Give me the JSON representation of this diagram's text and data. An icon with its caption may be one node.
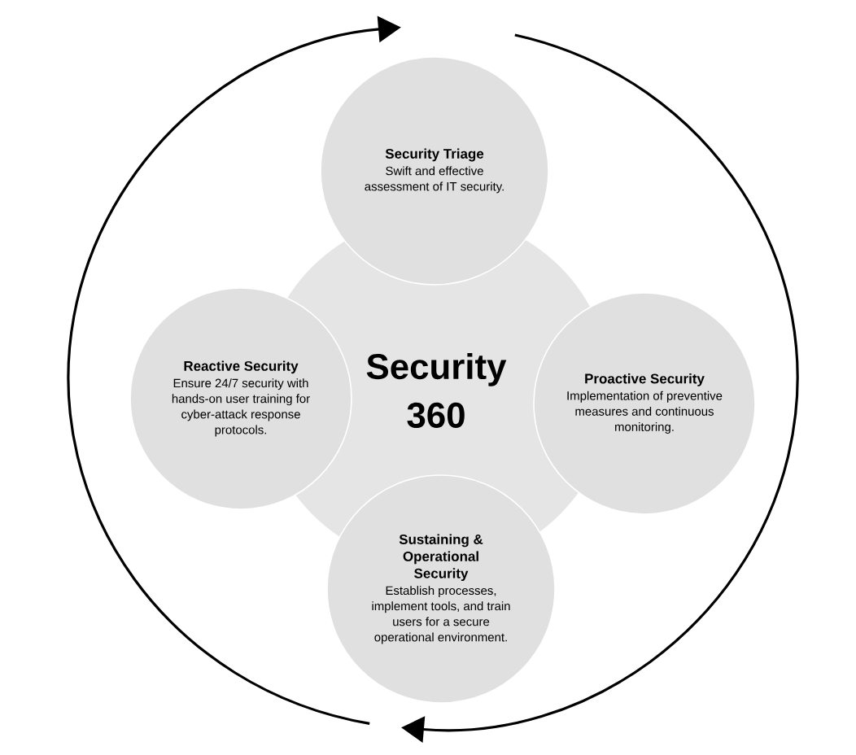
{
  "diagram": {
    "nodes": [
      {
        "text": [
          "Security 360"
        ]
      },
      {
        "text": [
          "Security Triage",
          "Swift and effective assessment of IT security."
        ]
      },
      {
        "text": [
          "Reactive Security",
          "Ensure 24/7 security with hands-on user training for cyber-attack response protocols."
        ]
      },
      {
        "text": [
          "Proactive Security",
          "Implementation of preventive measures and continuous monitoring."
        ]
      },
      {
        "text": [
          "Sustaining & Operational Security",
          "Establish processes, implement tools, and train users for a secure operational environment."
        ]
      }
    ]
  }
}
